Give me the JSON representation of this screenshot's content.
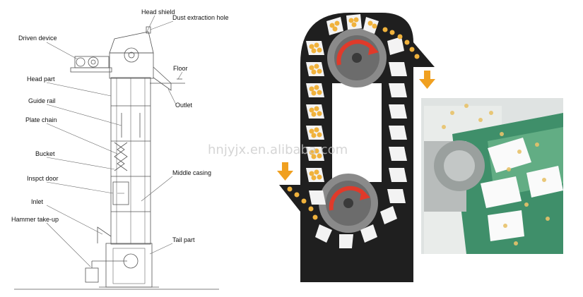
{
  "labels": {
    "head_shield": "Head shield",
    "dust_hole": "Dust extraction hole",
    "driven_device": "Driven device",
    "floor": "Floor",
    "head_part": "Head part",
    "outlet": "Outlet",
    "guide_rail": "Guide rail",
    "plate_chain": "Plate chain",
    "bucket": "Bucket",
    "middle_casing": "Middle casing",
    "inspect_door": "Inspct door",
    "inlet": "Inlet",
    "hammer": "Hammer take-up",
    "tail_part": "Tail part"
  },
  "watermark": "hnjyjx.en.alibaba.com",
  "colors": {
    "casing": "#1f1f1f",
    "bucket": "#f3f3f3",
    "grain": "#f0b23c",
    "arrow_orange": "#f0a020",
    "rotation_arrow": "#e03a2a",
    "pulley": "#8a8a8a",
    "photo_green": "#3f8f6a"
  }
}
